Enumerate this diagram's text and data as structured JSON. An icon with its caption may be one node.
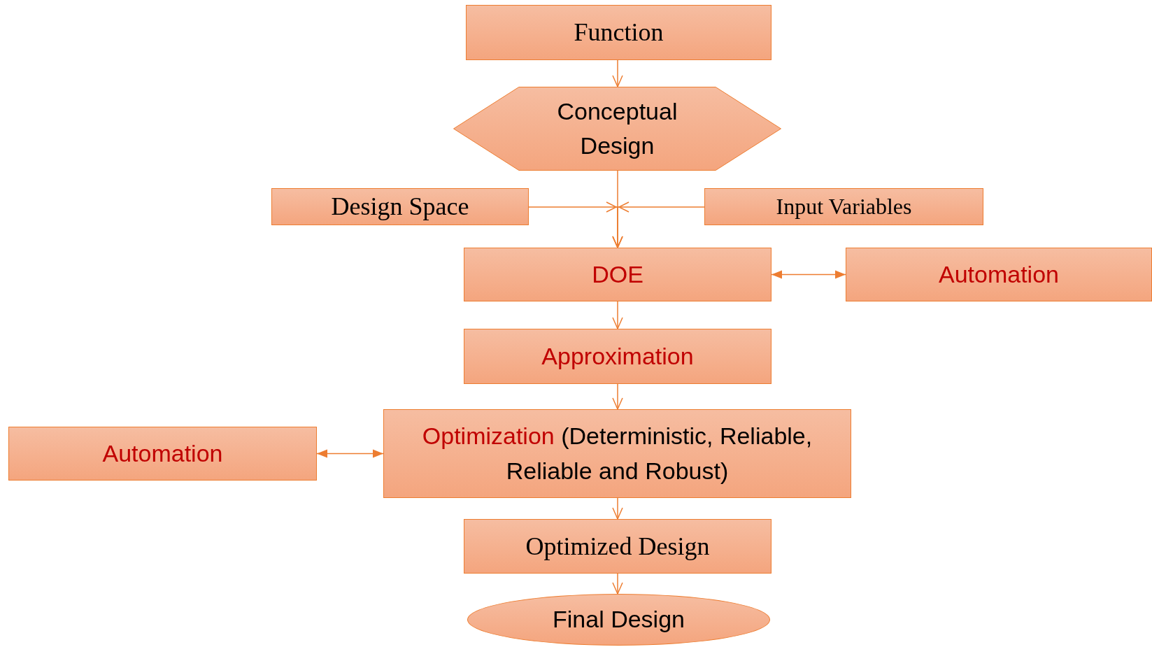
{
  "diagram": {
    "nodes": [
      {
        "text": [
          "Function"
        ]
      },
      {
        "text": [
          "Conceptual Design"
        ]
      },
      {
        "text": [
          "Design Space"
        ]
      },
      {
        "text": [
          "Input Variables"
        ]
      },
      {
        "text": [
          "DOE"
        ]
      },
      {
        "text": [
          "Automation"
        ]
      },
      {
        "text": [
          "Approximation"
        ]
      },
      {
        "text": [
          "Automation"
        ]
      },
      {
        "text": [
          "Optimization",
          "(Deterministic, Reliable, Reliable and Robust)"
        ]
      },
      {
        "text": [
          "Optimized Design"
        ]
      },
      {
        "text": [
          "Final Design"
        ]
      }
    ],
    "edges": [
      {
        "from": 0,
        "to": 1,
        "arrow": "to"
      },
      {
        "from": 1,
        "to": 4,
        "arrow": "to"
      },
      {
        "from": 2,
        "to": 4,
        "arrow": "to"
      },
      {
        "from": 3,
        "to": 4,
        "arrow": "to"
      },
      {
        "from": 4,
        "to": 5,
        "arrow": "both"
      },
      {
        "from": 4,
        "to": 6,
        "arrow": "to"
      },
      {
        "from": 6,
        "to": 8,
        "arrow": "to"
      },
      {
        "from": 7,
        "to": 8,
        "arrow": "both"
      },
      {
        "from": 8,
        "to": 9,
        "arrow": "to"
      },
      {
        "from": 9,
        "to": 10,
        "arrow": "to"
      }
    ]
  }
}
